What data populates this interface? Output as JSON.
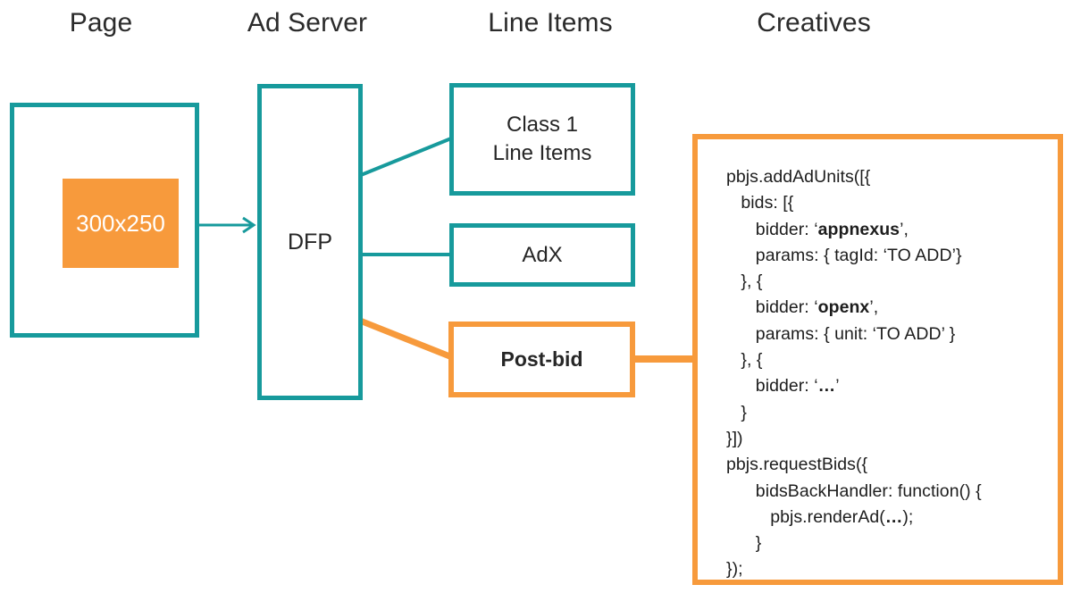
{
  "headers": [
    {
      "id": "page",
      "label": "Page"
    },
    {
      "id": "ad-server",
      "label": "Ad Server"
    },
    {
      "id": "line-items",
      "label": "Line Items"
    },
    {
      "id": "creatives",
      "label": "Creatives"
    }
  ],
  "nodes": {
    "page_box_label": "",
    "ad_slot_label": "300x250",
    "dfp_label": "DFP",
    "class1_label": "Class 1\nLine Items",
    "class1_line1": "Class 1",
    "class1_line2": "Line Items",
    "adx_label": "AdX",
    "postbid_label": "Post-bid"
  },
  "code": {
    "lines": [
      "pbjs.addAdUnits([{",
      "   bids: [{",
      "      bidder: ‘appnexus’,",
      "      params: { tagId: ‘TO ADD’}",
      "   }, {",
      "      bidder: ‘openx’,",
      "      params: { unit: ‘TO ADD’ }",
      "   }, {",
      "      bidder: ‘…’",
      "   }",
      "}])",
      "pbjs.requestBids({",
      "      bidsBackHandler: function() {",
      "         pbjs.renderAd(…);",
      "      }",
      "});"
    ],
    "bold_tokens": [
      "appnexus",
      "openx",
      "…"
    ]
  },
  "colors": {
    "teal": "#179A9C",
    "orange": "#F79A3C",
    "text": "#262626",
    "white": "#FFFFFF",
    "background": "#FFFFFF"
  },
  "connections": [
    {
      "from": "ad-slot",
      "to": "dfp",
      "style": "arrow",
      "color": "#179A9C"
    },
    {
      "from": "dfp",
      "to": "class1",
      "style": "line",
      "color": "#179A9C"
    },
    {
      "from": "dfp",
      "to": "adx",
      "style": "line",
      "color": "#179A9C"
    },
    {
      "from": "dfp",
      "to": "post-bid",
      "style": "line",
      "color": "#F79A3C"
    },
    {
      "from": "post-bid",
      "to": "code",
      "style": "line",
      "color": "#F79A3C"
    }
  ]
}
